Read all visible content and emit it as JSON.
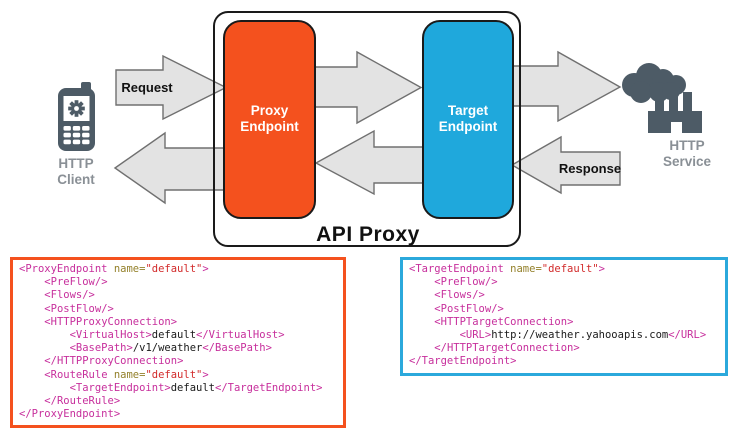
{
  "diagram": {
    "client": {
      "label_lines": [
        "HTTP",
        "Client"
      ]
    },
    "service": {
      "label_lines": [
        "HTTP",
        "Service"
      ]
    },
    "api_proxy": {
      "label": "API Proxy"
    },
    "proxy_endpoint": {
      "label_lines": [
        "Proxy",
        "Endpoint"
      ],
      "color": "#F4511E"
    },
    "target_endpoint": {
      "label_lines": [
        "Target",
        "Endpoint"
      ],
      "color": "#1FA8DC"
    },
    "request_label": "Request",
    "response_label": "Response",
    "icon_color": "#4D5B66",
    "arrow_fill": "#E3E3E3"
  },
  "code_blocks": [
    {
      "accent": "#F4511E",
      "lines": [
        "<ProxyEndpoint name=\"default\">",
        "    <PreFlow/>",
        "    <Flows/>",
        "    <PostFlow/>",
        "    <HTTPProxyConnection>",
        "        <VirtualHost>default</VirtualHost>",
        "        <BasePath>/v1/weather</BasePath>",
        "    </HTTPProxyConnection>",
        "    <RouteRule name=\"default\">",
        "        <TargetEndpoint>default</TargetEndpoint>",
        "    </RouteRule>",
        "</ProxyEndpoint>"
      ]
    },
    {
      "accent": "#2BA9DC",
      "lines": [
        "<TargetEndpoint name=\"default\">",
        "    <PreFlow/>",
        "    <Flows/>",
        "    <PostFlow/>",
        "    <HTTPTargetConnection>",
        "        <URL>http://weather.yahooapis.com</URL>",
        "    </HTTPTargetConnection>",
        "</TargetEndpoint>"
      ]
    }
  ],
  "syntax_colors": {
    "tag": "#C72F9C",
    "attribute": "#94812B",
    "value": "#D22B2B",
    "text": "#1A1A1A"
  }
}
